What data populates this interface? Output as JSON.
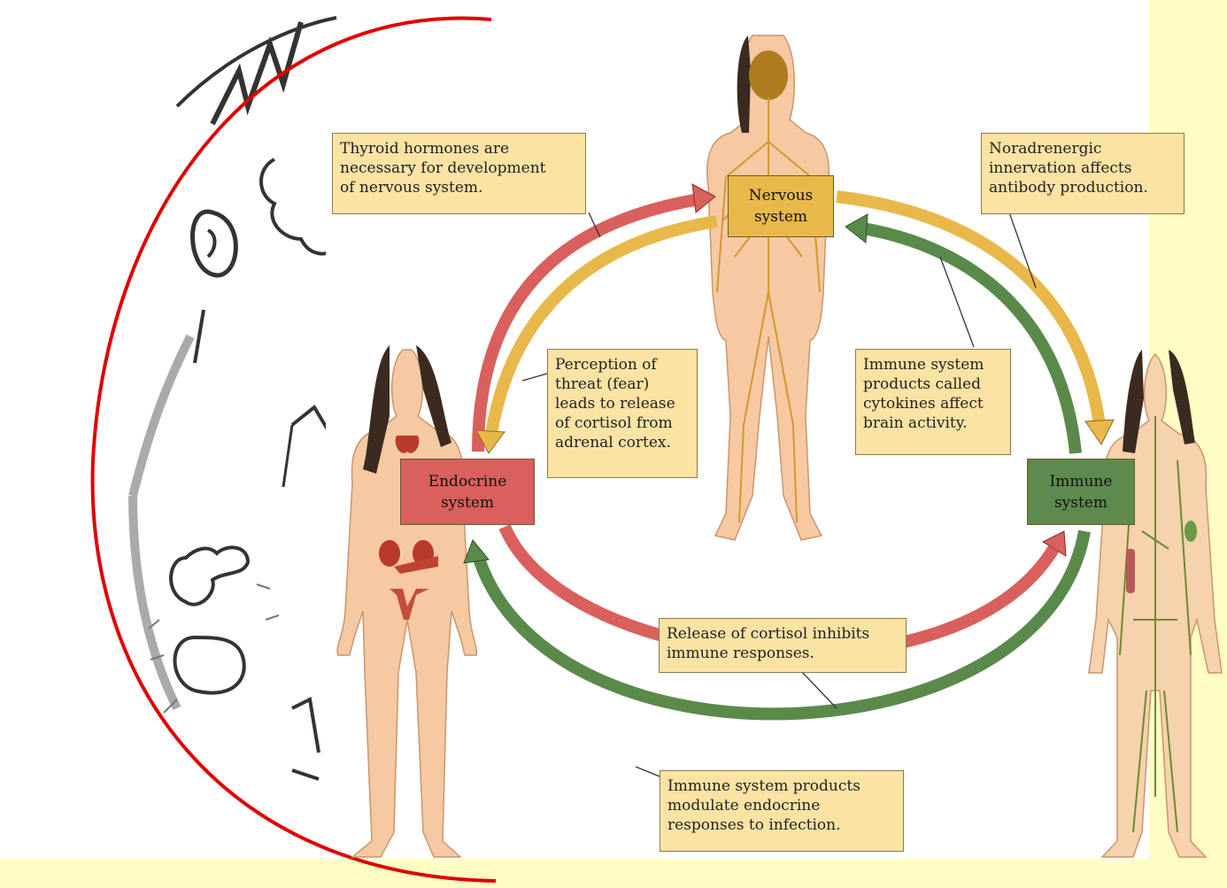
{
  "systems": {
    "nervous": "Nervous\nsystem",
    "endocrine": "Endocrine\nsystem",
    "immune": "Immune\nsystem"
  },
  "notes": {
    "thyroid": "Thyroid hormones are\nnecessary for development\nof nervous system.",
    "noradrenergic": "Noradrenergic\ninnervation affects\nantibody production.",
    "perception": "Perception of\nthreat (fear)\nleads to release\nof cortisol from\nadrenal cortex.",
    "cytokines": "Immune system\nproducts called\ncytokines affect\nbrain activity.",
    "cortisol_inhibits": "Release of cortisol inhibits\nimmune responses.",
    "immune_modulate": "Immune system products\nmodulate endocrine\nresponses to infection."
  },
  "colors": {
    "nervous_box": "#e9b84a",
    "endocrine_box": "#d9605c",
    "immune_box": "#5f8a4e",
    "red_arrow": "#d9605c",
    "yellow_arrow": "#e9b84a",
    "green_arrow": "#5a8a4a",
    "circle_outline": "#e00000"
  }
}
